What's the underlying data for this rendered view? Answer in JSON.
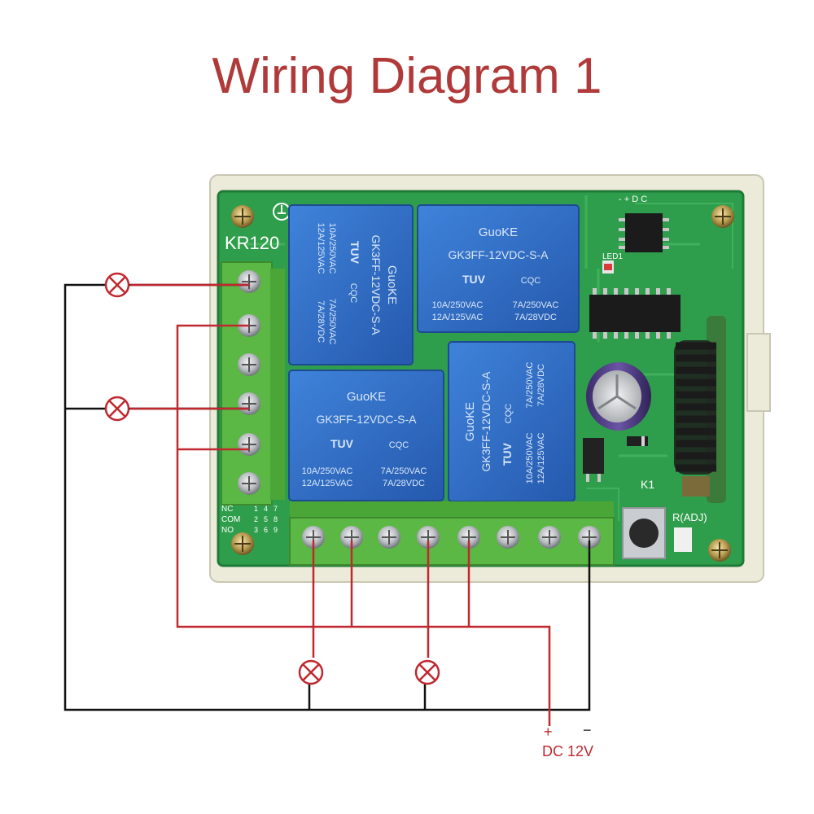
{
  "title": "Wiring Diagram 1",
  "board": {
    "model_label": "KR120",
    "relays": [
      {
        "brand": "GuoKE",
        "model": "GK3FF-12VDC-S-A",
        "rating_1": "10A/250VAC",
        "rating_2": "12A/125VAC",
        "rating_3": "7A/250VAC",
        "rating_4": "7A/28VDC",
        "cert": "TUV",
        "cqc": "CQC"
      },
      {
        "brand": "GuoKE",
        "model": "GK3FF-12VDC-S-A",
        "rating_1": "10A/250VAC",
        "rating_2": "12A/125VAC",
        "rating_3": "7A/250VAC",
        "rating_4": "7A/28VDC",
        "cert": "TUV",
        "cqc": "CQC"
      },
      {
        "brand": "GuoKE",
        "model": "GK3FF-12VDC-S-A",
        "rating_1": "10A/250VAC",
        "rating_2": "12A/125VAC",
        "rating_3": "7A/250VAC",
        "rating_4": "7A/28VDC",
        "cert": "TUV",
        "cqc": "CQC"
      },
      {
        "brand": "GuoKE",
        "model": "GK3FF-12VDC-S-A",
        "rating_1": "10A/250VAC",
        "rating_2": "12A/125VAC",
        "rating_3": "7A/250VAC",
        "rating_4": "7A/28VDC",
        "cert": "TUV",
        "cqc": "CQC"
      }
    ],
    "terminal_labels": [
      "NC",
      "COM",
      "NO"
    ],
    "terminal_numbers": [
      "1",
      "2",
      "3",
      "4",
      "5",
      "6",
      "7",
      "8",
      "9"
    ],
    "led_label": "LED1",
    "button_label": "K1",
    "adj_label": "R(ADJ)",
    "dc_marks": "- + D C"
  },
  "power": {
    "plus": "+",
    "minus": "−",
    "label": "DC 12V"
  },
  "colors": {
    "title": "#b03a3a",
    "wire_red": "#c0282f",
    "wire_black": "#111111",
    "pcb": "#2f9e4c",
    "relay": "#2e6fc6",
    "terminal": "#5cb844"
  },
  "loads": [
    {
      "icon": "lamp-icon"
    },
    {
      "icon": "lamp-icon"
    },
    {
      "icon": "lamp-icon"
    },
    {
      "icon": "lamp-icon"
    }
  ]
}
